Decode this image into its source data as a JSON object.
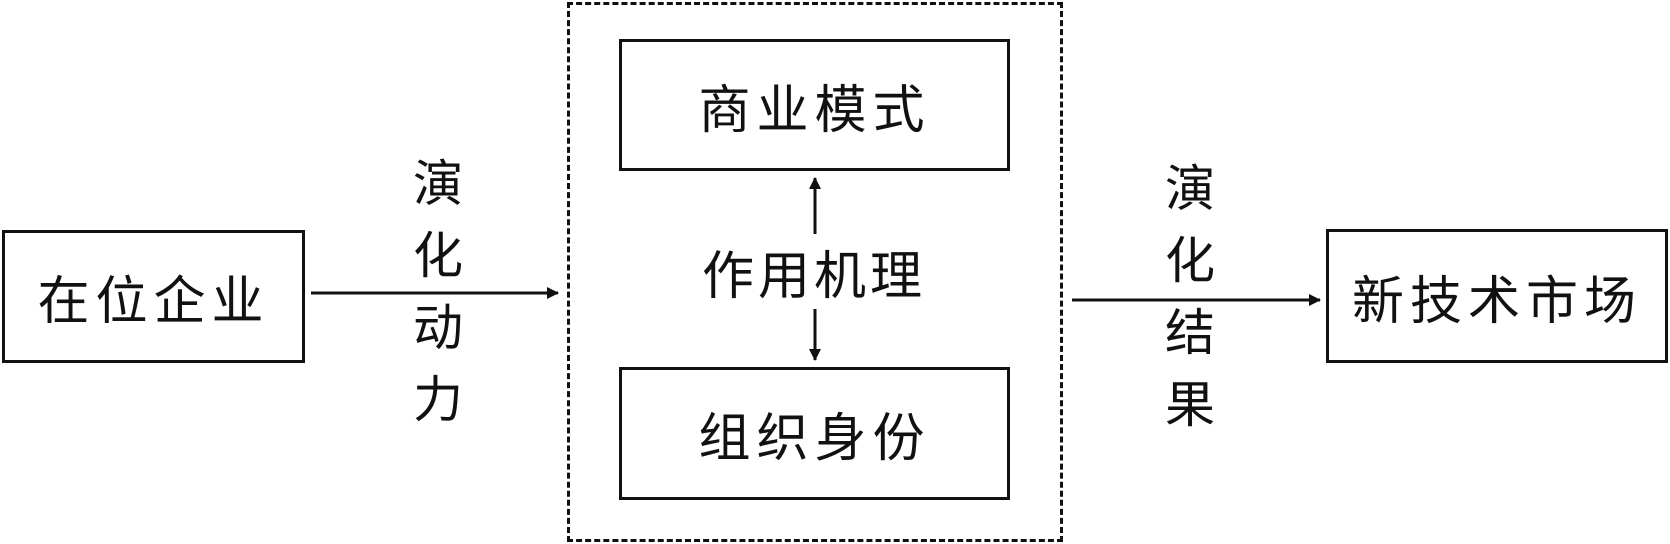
{
  "nodes": {
    "incumbent": "在位企业",
    "business_model": "商业模式",
    "organizational_identity": "组织身份",
    "new_tech_market": "新技术市场"
  },
  "labels": {
    "mechanism": "作用机理",
    "driver": "演化动力",
    "result": "演化结果"
  }
}
